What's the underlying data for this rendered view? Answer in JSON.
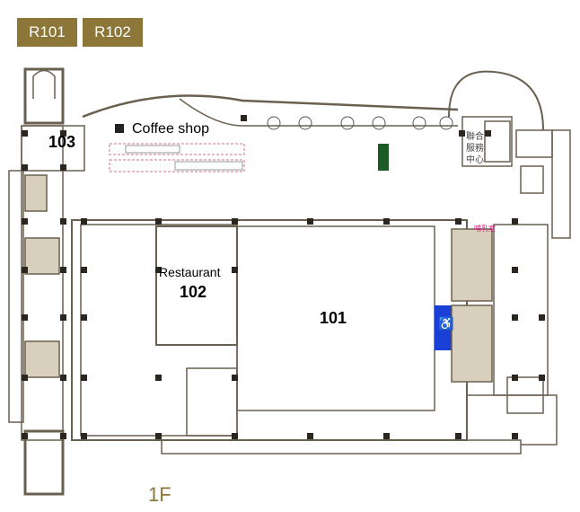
{
  "tabs": [
    {
      "label": "R101"
    },
    {
      "label": "R102"
    }
  ],
  "floor_label": "1F",
  "rooms": {
    "r103": "103",
    "coffee": "Coffee shop",
    "restaurant": "Restaurant",
    "r102": "102",
    "r101": "101",
    "service_center": "聯合服務中心",
    "nursing_room": "哺乳室"
  },
  "colors": {
    "accent": "#8c7638",
    "wall": "#5f5647",
    "fill": "#d8d0bd",
    "accessible": "#1a3fd6",
    "nursing": "#e8198b",
    "green": "#1e5a25"
  }
}
